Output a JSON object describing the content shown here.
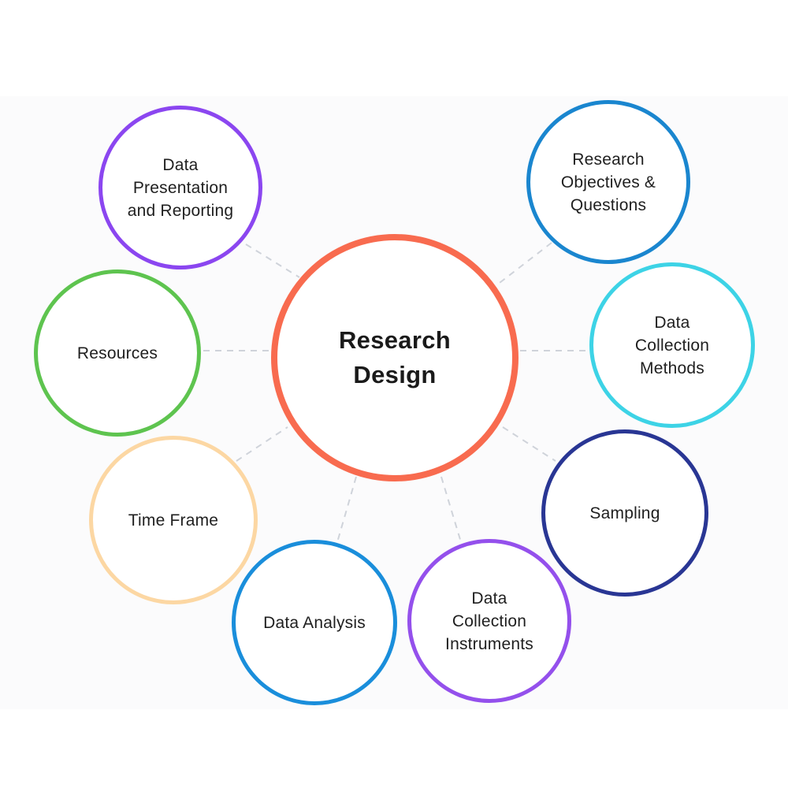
{
  "diagram": {
    "center": {
      "label": "Research\nDesign",
      "color": "#f86b4f"
    },
    "nodes": [
      {
        "id": "data-presentation-and-reporting",
        "label": "Data\nPresentation\nand Reporting",
        "color": "#8b46f0"
      },
      {
        "id": "research-objectives-questions",
        "label": "Research\nObjectives &\nQuestions",
        "color": "#1a86cf"
      },
      {
        "id": "resources",
        "label": "Resources",
        "color": "#5ec44f"
      },
      {
        "id": "data-collection-methods",
        "label": "Data\nCollection\nMethods",
        "color": "#3dd3e6"
      },
      {
        "id": "time-frame",
        "label": "Time Frame",
        "color": "#fcd7a3"
      },
      {
        "id": "sampling",
        "label": "Sampling",
        "color": "#293694"
      },
      {
        "id": "data-analysis",
        "label": "Data Analysis",
        "color": "#1a8edb"
      },
      {
        "id": "data-collection-instruments",
        "label": "Data\nCollection\nInstruments",
        "color": "#9450ec"
      }
    ],
    "connector_color": "#cfd3da",
    "background": "#fbfbfc"
  }
}
